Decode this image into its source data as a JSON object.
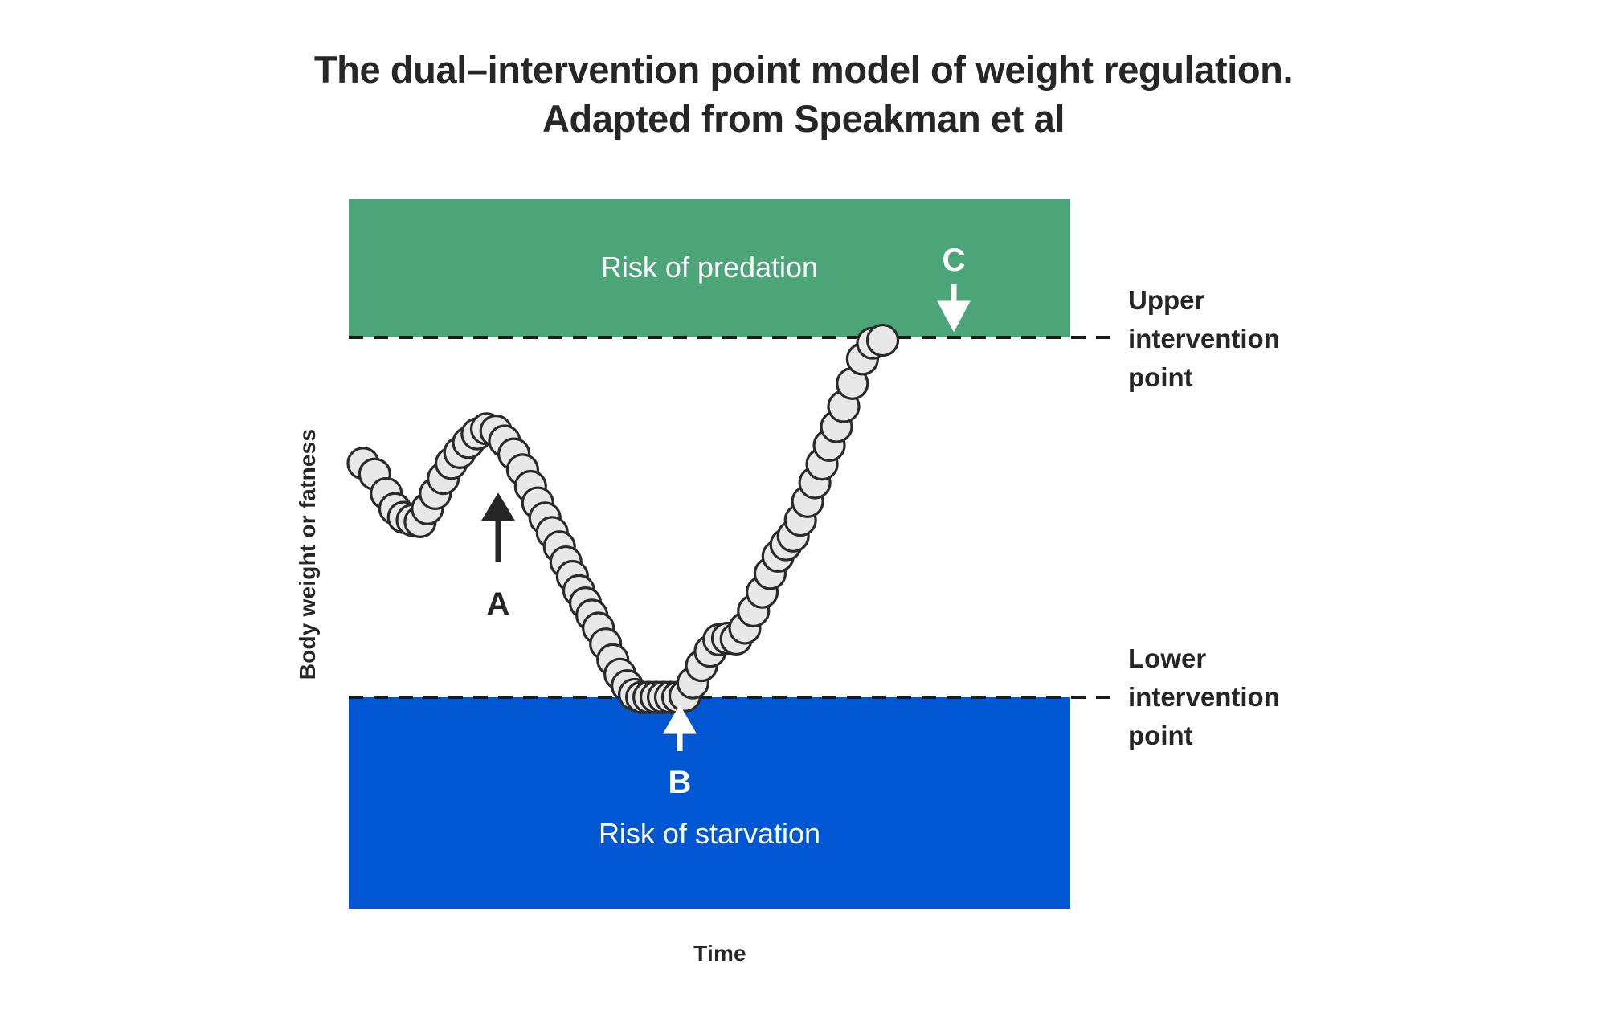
{
  "title": {
    "line1": "The dual–intervention point model of weight regulation.",
    "line2": "Adapted from Speakman et al"
  },
  "axes": {
    "y_label": "Body weight or fatness",
    "x_label": "Time"
  },
  "annotations": {
    "upper_threshold_label": "Upper\nintervention\npoint",
    "upper_threshold_l1": "Upper",
    "upper_threshold_l2": "intervention",
    "upper_threshold_l3": "point",
    "lower_threshold_label": "Lower\nintervention\npoint",
    "lower_threshold_l1": "Lower",
    "lower_threshold_l2": "intervention",
    "lower_threshold_l3": "point",
    "marker_a": "A",
    "marker_b": "B",
    "marker_c": "C"
  },
  "bands": {
    "upper": {
      "label": "Risk of predation",
      "color": "#4CA578",
      "text_color": "#ffffff"
    },
    "lower": {
      "label": "Risk of starvation",
      "color": "#0057D1",
      "text_color": "#ffffff"
    }
  },
  "colors": {
    "background": "#ffffff",
    "text": "#262626",
    "marker_fill": "#E8E8E8",
    "marker_stroke": "#2A2A2A",
    "threshold_line": "#1A1A1A",
    "green_band": "#4CA578",
    "blue_band": "#0057D1"
  },
  "chart_data": {
    "type": "scatter",
    "title": "The dual–intervention point model of weight regulation. Adapted from Speakman et al",
    "xlabel": "Time",
    "ylabel": "Body weight or fatness",
    "xlim": [
      0,
      100
    ],
    "ylim": [
      0,
      100
    ],
    "grid": false,
    "legend": null,
    "marker": {
      "shape": "circle",
      "radius_px": 19,
      "fill": "#E8E8E8",
      "edge": "#2A2A2A"
    },
    "reference_lines": [
      {
        "name": "upper intervention point",
        "y": 84,
        "style": "dashed",
        "label": "Upper intervention point"
      },
      {
        "name": "lower intervention point",
        "y": 34,
        "style": "dashed",
        "label": "Lower intervention point"
      }
    ],
    "shaded_regions": [
      {
        "name": "risk of predation",
        "y_from": 84,
        "y_to": 100,
        "color": "#4CA578",
        "label": "Risk of predation"
      },
      {
        "name": "risk of starvation",
        "y_from": 0,
        "y_to": 34,
        "color": "#0057D1",
        "label": "Risk of starvation"
      }
    ],
    "point_annotations": [
      {
        "label": "A",
        "x": 14.4,
        "y": 58.5,
        "arrow": "up",
        "color": "#262626"
      },
      {
        "label": "B",
        "x": 37.0,
        "y": 34.0,
        "arrow": "up",
        "color": "#ffffff"
      },
      {
        "label": "C",
        "x": 68.5,
        "y": 84.0,
        "arrow": "down",
        "color": "#ffffff"
      }
    ],
    "series": [
      {
        "name": "body weight trajectory",
        "x": [
          2.0,
          3.6,
          5.2,
          6.4,
          7.6,
          8.8,
          9.9,
          10.9,
          12.0,
          13.1,
          14.2,
          15.4,
          16.6,
          17.8,
          19.1,
          20.4,
          21.6,
          22.9,
          24.1,
          25.2,
          26.2,
          27.2,
          28.2,
          29.2,
          30.1,
          31.0,
          31.9,
          32.8,
          33.7,
          34.6,
          35.6,
          36.6,
          37.6,
          38.6,
          39.6,
          40.6,
          41.6,
          42.6,
          43.6,
          44.6,
          45.6,
          46.6,
          47.7,
          48.9,
          50.1,
          51.3,
          52.5,
          53.7,
          54.9,
          56.1,
          57.3,
          58.4,
          59.5,
          60.6,
          61.6,
          62.6,
          63.6,
          64.6,
          65.6,
          66.6,
          67.6,
          68.6,
          69.8,
          71.2,
          72.6,
          74.0
        ],
        "y": [
          66.5,
          65.0,
          62.3,
          60.2,
          59.0,
          58.6,
          58.4,
          60.2,
          62.3,
          64.4,
          66.5,
          68.0,
          69.4,
          70.6,
          71.3,
          71.0,
          69.6,
          67.8,
          65.6,
          63.3,
          61.0,
          58.9,
          56.9,
          54.9,
          52.8,
          50.8,
          48.8,
          47.1,
          45.4,
          43.6,
          41.4,
          39.2,
          37.2,
          35.6,
          34.4,
          34.0,
          34.0,
          34.0,
          34.0,
          34.0,
          34.0,
          34.2,
          36.0,
          38.4,
          40.4,
          42.0,
          42.2,
          42.1,
          43.6,
          46.0,
          48.6,
          51.2,
          53.6,
          55.2,
          56.4,
          58.6,
          61.2,
          63.8,
          66.4,
          69.0,
          71.6,
          74.4,
          77.6,
          81.0,
          83.2,
          83.6
        ],
        "marker": "circle",
        "fill": "#E8E8E8",
        "edge": "#2A2A2A"
      }
    ]
  }
}
